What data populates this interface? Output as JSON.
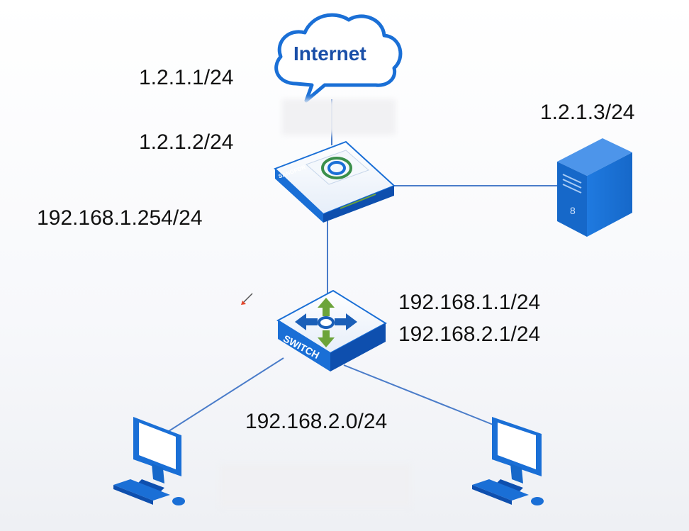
{
  "internet": {
    "label": "Internet"
  },
  "firewall": {
    "brand": "SANGFOR"
  },
  "switch": {
    "label": "SWITCH"
  },
  "labels": {
    "internet_ip": "1.2.1.1/24",
    "firewall_wan_ip": "1.2.1.2/24",
    "firewall_lan_ip": "192.168.1.254/24",
    "server_ip": "1.2.1.3/24",
    "switch_ip_1": "192.168.1.1/24",
    "switch_ip_2": "192.168.2.1/24",
    "pc_subnet": "192.168.2.0/24"
  },
  "colors": {
    "line": "#4a7cc9",
    "device_blue": "#1a6fd6",
    "device_blue_dark": "#0e4fae",
    "switch_arrow": "#6ca43a"
  },
  "icons": {
    "cloud": "cloud-icon",
    "firewall": "firewall-icon",
    "switch": "switch-icon",
    "server": "server-icon",
    "pc": "desktop-pc-icon",
    "cursor": "pen-cursor-icon"
  }
}
